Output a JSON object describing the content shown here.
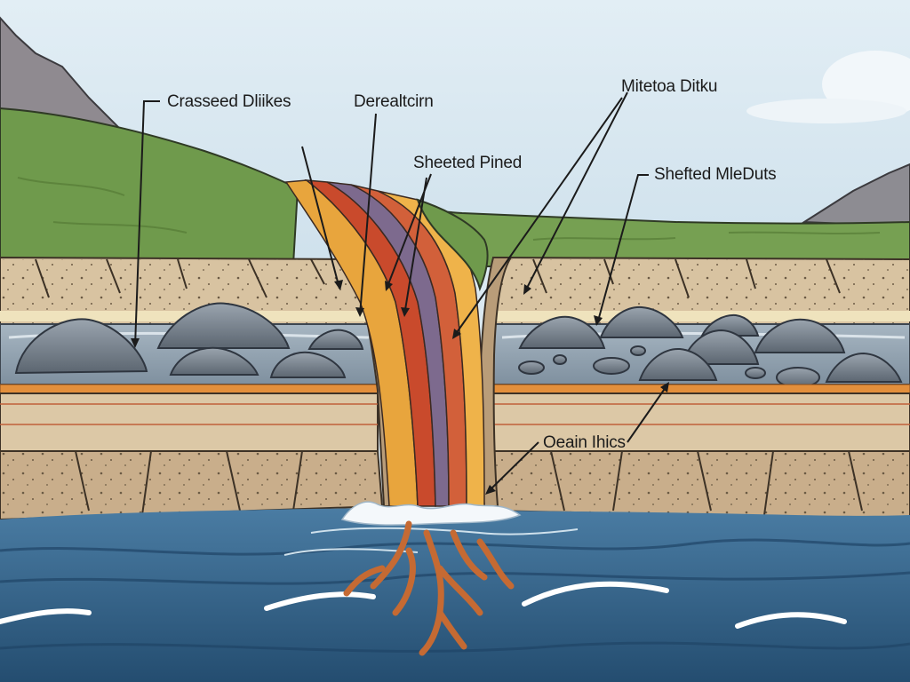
{
  "labels": {
    "crossed_dikes": "Crasseed Dliikes",
    "dereal": "Derealtcirn",
    "sheeted_pined": "Sheeted Pined",
    "mitetoa": "Mitetoa Ditku",
    "shefted": "Shefted MleDuts",
    "oeain": "Oeain Ihics"
  },
  "colors": {
    "sky": "#dbe9f1",
    "grass": "#6f9a4c",
    "sediment": "#d8c3a1",
    "lava_basin": "#8a9cab",
    "pillow": "#6f7a86",
    "orange_band": "#e38f3c",
    "dike_red": "#c94a2c",
    "dike_orange": "#e8a53d",
    "dike_purple": "#7d6a8e",
    "ocean": "#2f5f86"
  }
}
